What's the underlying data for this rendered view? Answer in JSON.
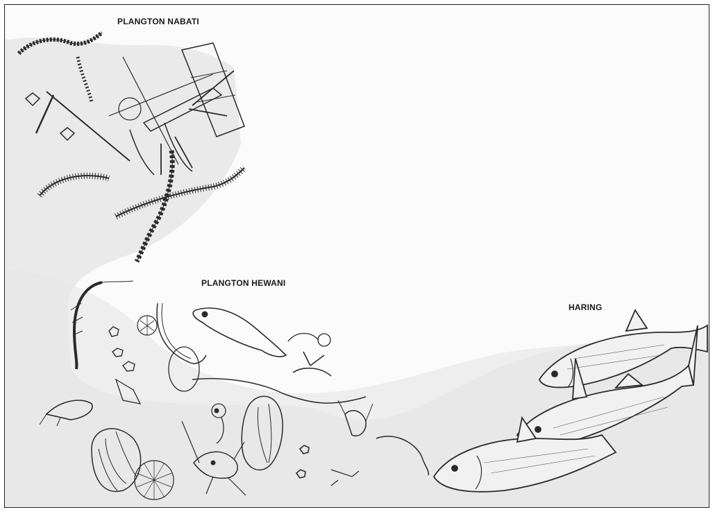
{
  "labels": {
    "phytoplankton": "PLANGTON NABATI",
    "zooplankton": "PLANGTON HEWANI",
    "herring": "HARING"
  },
  "colors": {
    "ink": "#2a2a2a",
    "water_shade": "#d9d9d9",
    "background": "#fbfbfb"
  }
}
